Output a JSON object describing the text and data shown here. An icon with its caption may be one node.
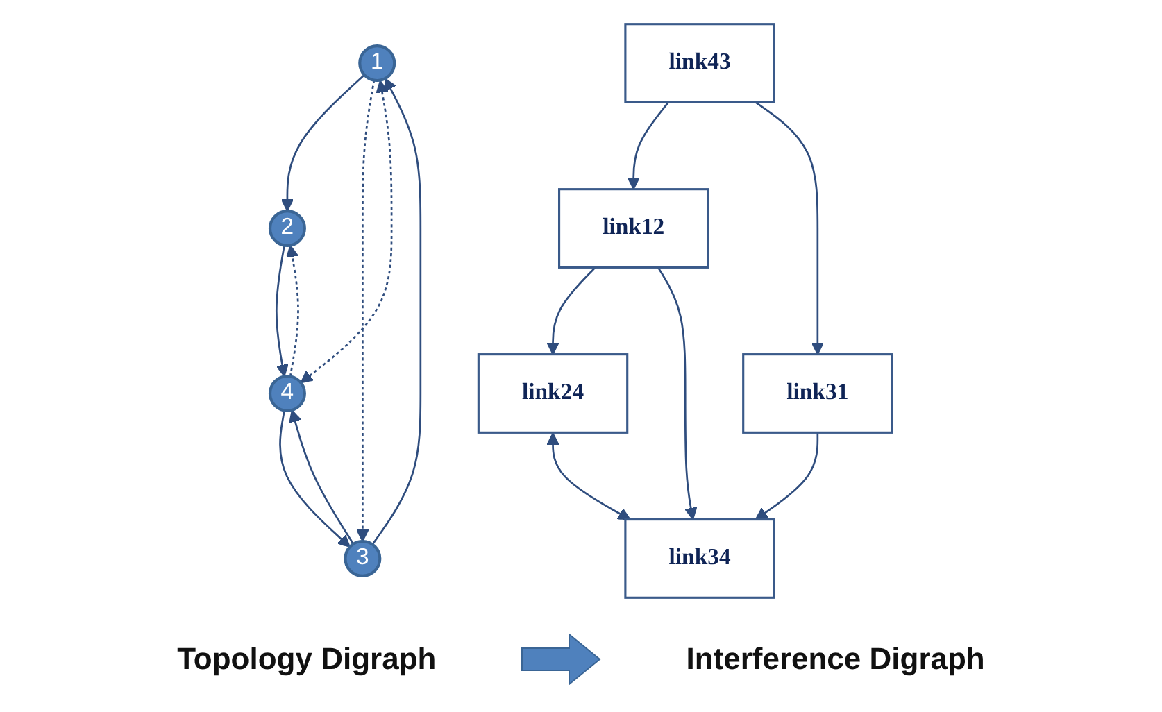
{
  "diagram": {
    "nodes": [
      {
        "text": [
          "1"
        ]
      },
      {
        "text": [
          "2"
        ]
      },
      {
        "text": [
          "3"
        ]
      },
      {
        "text": [
          "4"
        ]
      },
      {
        "text": [
          "link12"
        ]
      },
      {
        "text": [
          "link24"
        ]
      },
      {
        "text": [
          "link34"
        ]
      },
      {
        "text": [
          "link31"
        ]
      },
      {
        "text": [
          "link43"
        ]
      }
    ],
    "edges": [
      {
        "from": 0,
        "to": 1,
        "arrow": "to"
      },
      {
        "from": 1,
        "to": 3,
        "arrow": "to"
      },
      {
        "from": 3,
        "to": 2,
        "arrow": "to"
      },
      {
        "from": 2,
        "to": 3,
        "arrow": "to"
      },
      {
        "from": 2,
        "to": 0,
        "arrow": "to"
      },
      {
        "from": 0,
        "to": 2,
        "arrow": "to",
        "style": "dashed"
      },
      {
        "from": 3,
        "to": 1,
        "arrow": "to",
        "style": "dashed"
      },
      {
        "from": 0,
        "to": 3,
        "arrow": "both",
        "style": "dashed"
      },
      {
        "from": 4,
        "to": 5,
        "arrow": "to"
      },
      {
        "from": 4,
        "to": 6,
        "arrow": "to"
      },
      {
        "from": 8,
        "to": 4,
        "arrow": "to"
      },
      {
        "from": 5,
        "to": 6,
        "arrow": "both"
      },
      {
        "from": 7,
        "to": 6,
        "arrow": "to"
      },
      {
        "from": 8,
        "to": 7,
        "arrow": "to"
      }
    ],
    "labels": [
      "Topology Digraph",
      "Interference Digraph"
    ]
  }
}
